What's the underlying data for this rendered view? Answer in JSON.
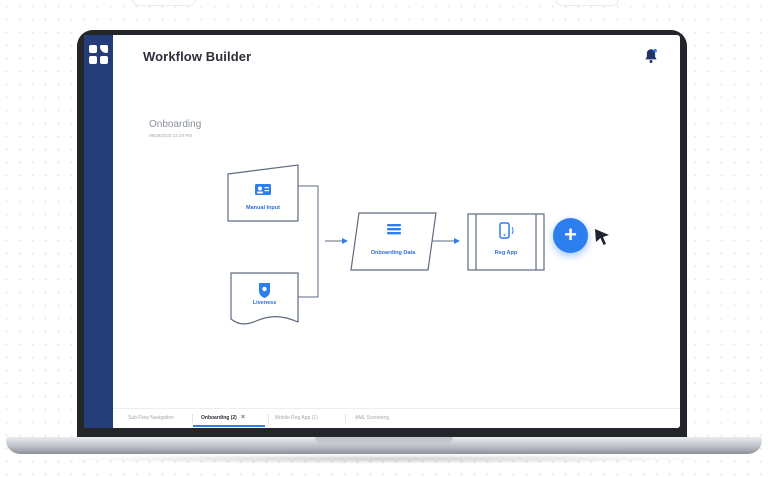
{
  "app": {
    "title": "Workflow Builder"
  },
  "workflow": {
    "name": "Onboarding",
    "timestamp": "09/28/2020 12:34 PM"
  },
  "nodes": {
    "manual_input": "Manual Input",
    "liveness": "Liveness",
    "onboarding_data": "Onboarding Data",
    "reg_app": "Reg App"
  },
  "add_button": {
    "label": "+"
  },
  "tabs": [
    {
      "label": "Sub Flow Navigation"
    },
    {
      "label": "Onboarding (2)",
      "close": "×"
    },
    {
      "label": "Mobile Reg App (1)"
    },
    {
      "label": "AML Screening"
    }
  ],
  "icons": {
    "logo": "grid-logo-icon",
    "bell": "bell-icon",
    "manual_input": "id-card-icon",
    "liveness": "face-scan-icon",
    "onboarding_data": "database-icon",
    "reg_app": "mobile-phone-icon",
    "cursor": "mouse-cursor-icon"
  },
  "colors": {
    "sidebar": "#243d78",
    "accent": "#2d7ff0",
    "node_text": "#2f6fd6",
    "node_border": "#5f6b80"
  }
}
